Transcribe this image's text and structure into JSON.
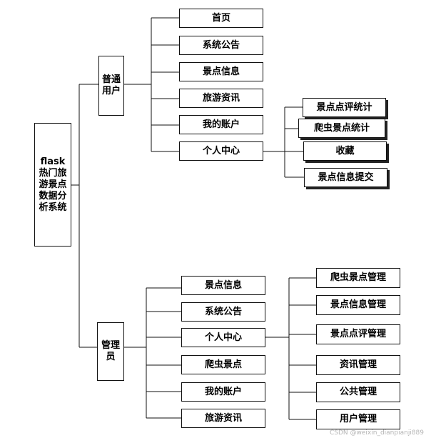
{
  "root": {
    "label": "flask热门旅游景点数据分析系统"
  },
  "user_branch": {
    "label": "普通用户",
    "items": [
      "首页",
      "系统公告",
      "景点信息",
      "旅游资讯",
      "我的账户",
      "个人中心"
    ],
    "personal_center_items": [
      "景点点评统计",
      "爬虫景点统计",
      "收藏",
      "景点信息提交"
    ]
  },
  "admin_branch": {
    "label": "管理员",
    "items": [
      "景点信息",
      "系统公告",
      "个人中心",
      "爬虫景点",
      "我的账户",
      "旅游资讯"
    ],
    "personal_center_items": [
      "爬虫景点管理",
      "景点信息管理",
      "景点点评管理",
      "资讯管理",
      "公共管理",
      "用户管理"
    ]
  },
  "watermark": "CSDN @weixin_dianpianji889"
}
